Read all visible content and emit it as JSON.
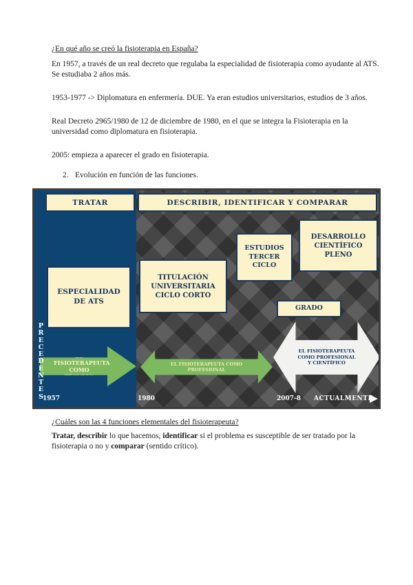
{
  "doc": {
    "q1": "¿En qué año se creó la fisioterapia en España?",
    "p1": "En 1957, a través de un real decreto que regulaba la especialidad de fisioterapia como ayudante al ATS. Se estudiaba 2 años más.",
    "p2": "1953-1977 -> Diplomatura en enfermería. DUE. Ya eran estudios universitarios, estudios de 3 años.",
    "p3": "Real Decreto 2965/1980 de 12 de diciembre de 1980, en el que se integra la Fisioterapia en la universidad como diplomatura en fisioterapia.",
    "p4": "2005: empieza a aparecer el grado en fisioterapia.",
    "list_number": "2.",
    "list_text": "Evolución en función de las funciones.",
    "q2": "¿Cuáles son las 4 funciones elementales del fisioterapeuta?",
    "answer": {
      "b1": "Tratar, describir",
      "t1": " lo que hacemos, ",
      "b2": "identificar",
      "t2": " si el problema es susceptible de ser tratado por la fisioterapia o no y ",
      "b3": "comparar",
      "t3": " (sentido crítico)."
    }
  },
  "diagram": {
    "header_tratar": "TRATAR",
    "header_describir": "DESCRIBIR, IDENTIFICAR Y COMPARAR",
    "precedentes": "PRECEDENTES",
    "box_ats": "ESPECIALIDAD DE ATS",
    "box_titulacion": "TITULACIÓN UNIVERSITARIA CICLO CORTO",
    "box_estudios": "ESTUDIOS TERCER CICLO",
    "box_desarrollo": "DESARROLLO CIENTÍFICO PLENO",
    "box_grado": "GRADO",
    "arrow_tecnico": "EL FISIOTERAPEUTA COMO TÉCNICO",
    "arrow_profesional": "EL FISIOTERAPEUTA COMO PROFESIONAL",
    "arrow_cientifico": "EL FISIOTERAPEUTA COMO PROFESIONAL Y CIENTÍFICO",
    "year_1957": "1957",
    "year_1980": "1980",
    "year_2007": "2007-8",
    "actualmente": "ACTUALMENTE",
    "watermark_glyph": "❖"
  },
  "colors": {
    "cream": "#fdf3cb",
    "navy": "#17365d",
    "panel_blue": "#0e4472",
    "green": "#7cb95f",
    "diagram_bg": "#4e4e4e"
  }
}
